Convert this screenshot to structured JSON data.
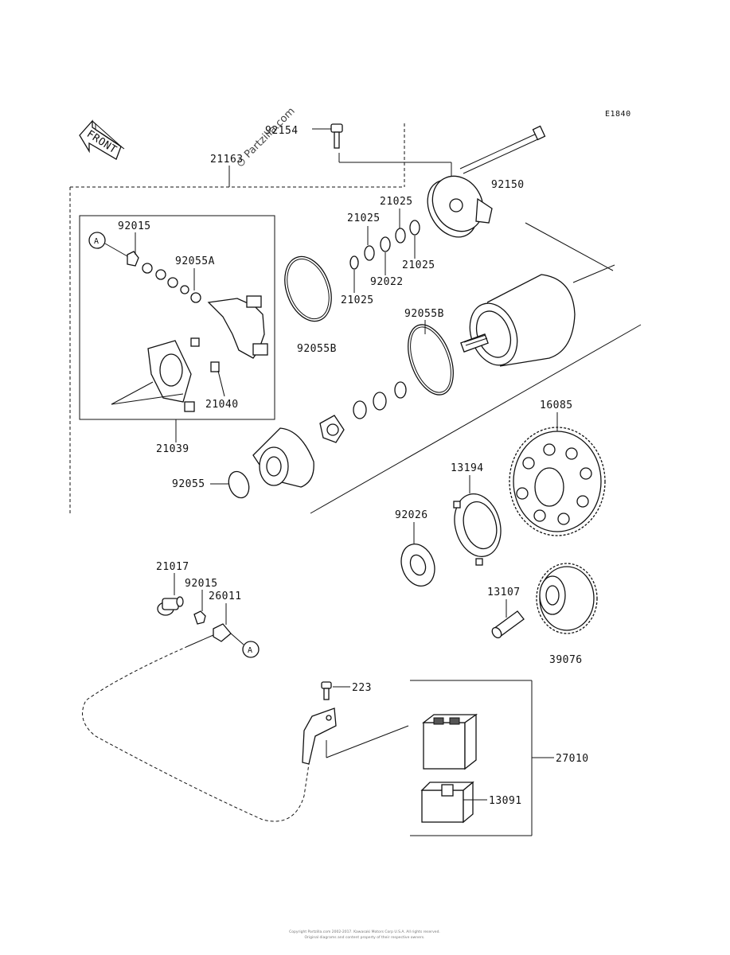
{
  "diagram_code": "E1840",
  "watermark": "Partzilla.com",
  "front_label": "FRONT",
  "callout_a": "A",
  "parts": {
    "p92154": "92154",
    "p92150": "92150",
    "p21163": "21163",
    "p21025_a": "21025",
    "p21025_b": "21025",
    "p21025_c": "21025",
    "p21025_d": "21025",
    "p92022": "92022",
    "p92055B_a": "92055B",
    "p92055B_b": "92055B",
    "p92015_a": "92015",
    "p92055A": "92055A",
    "p21040": "21040",
    "p21039": "21039",
    "p16085": "16085",
    "p13194": "13194",
    "p92026": "92026",
    "p92055": "92055",
    "p21017": "21017",
    "p92015_b": "92015",
    "p26011": "26011",
    "p13107": "13107",
    "p39076": "39076",
    "p223": "223",
    "p27010": "27010",
    "p13091": "13091"
  },
  "copyright_line1": "Copyright Partzilla.com 2002-2017. Kawasaki Motors Corp U.S.A. All rights reserved.",
  "copyright_line2": "Original diagrams and content property of their respective owners."
}
